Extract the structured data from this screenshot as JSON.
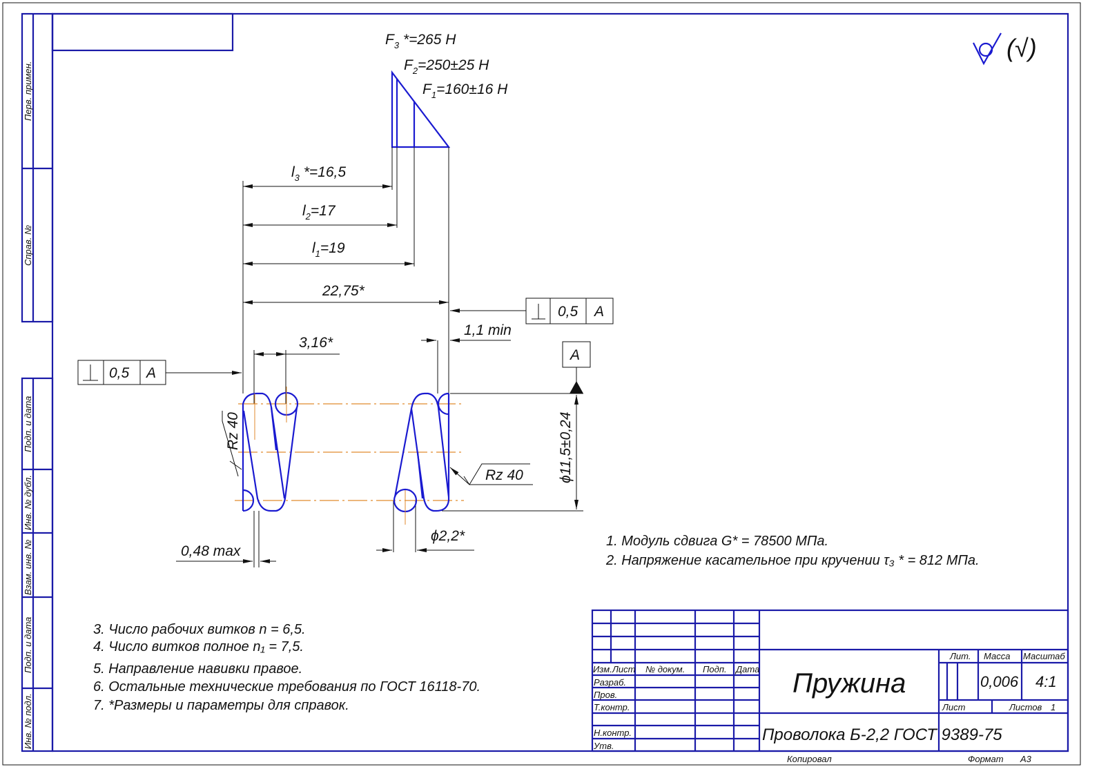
{
  "side_stamp": {
    "perv_primen": "Перв. примен.",
    "sprav_no": "Справ. №",
    "podp_data_1": "Подп. и дата",
    "inv_dubl": "Инв. № дубл.",
    "vzam_inv": "Взам. инв. №",
    "podp_data_2": "Подп. и дата",
    "inv_podl": "Инв. № подл."
  },
  "surface_mark": "(√)",
  "forces": {
    "f3": {
      "main": "F",
      "sub": "3",
      "rest": " *=265 Н"
    },
    "f2": {
      "main": "F",
      "sub": "2",
      "rest": "=250±25 Н"
    },
    "f1": {
      "main": "F",
      "sub": "1",
      "rest": "=160±16 Н"
    }
  },
  "lengths": {
    "l3": {
      "main": "l",
      "sub": "3",
      "rest": " *=16,5"
    },
    "l2": {
      "main": "l",
      "sub": "2",
      "rest": "=17"
    },
    "l1": {
      "main": "l",
      "sub": "1",
      "rest": "=19"
    },
    "total": "22,75*"
  },
  "tolerance_right": {
    "value": "0,5",
    "datum": "A"
  },
  "tolerance_left": {
    "value": "0,5",
    "datum": "A"
  },
  "datum_label": "A",
  "dims": {
    "gap": "1,1 min",
    "pitch": "3,16*",
    "diameter": "ϕ11,5±0,24",
    "wire": "ϕ2,2*",
    "end_gap": "0,48 max",
    "rz_left": "Rz 40",
    "rz_right": "Rz 40"
  },
  "notes_right": [
    "1. Модуль сдвига G* = 78500 МПа.",
    "2. Напряжение касательное при кручении τ₃ * = 812 МПа."
  ],
  "notes_left": [
    "3. Число рабочих витков n = 6,5.",
    "4. Число витков полное n₁ = 7,5.",
    "5. Направление навивки правое.",
    "6. Остальные технические требования по ГОСТ 16118-70.",
    "7.  *Размеры и параметры для справок."
  ],
  "title_block": {
    "izm": "Изм.",
    "list": "Лист",
    "n_dokum": "№ докум.",
    "podp": "Подп.",
    "data": "Дата",
    "razrab": "Разраб.",
    "prov": "Пров.",
    "tkontr": "Т.контр.",
    "nkontr": "Н.контр.",
    "utv": "Утв.",
    "name": "Пружина",
    "material": "Проволока Б-2,2 ГОСТ 9389-75",
    "lit": "Лит.",
    "massa": "Масса",
    "masshtab": "Масштаб",
    "mass_value": "0,006",
    "scale_value": "4:1",
    "list_label": "Лист",
    "listov_label": "Листов",
    "listov_value": "1"
  },
  "footer": {
    "kopiroval": "Копировал",
    "format_label": "Формат",
    "format_value": "A3"
  }
}
